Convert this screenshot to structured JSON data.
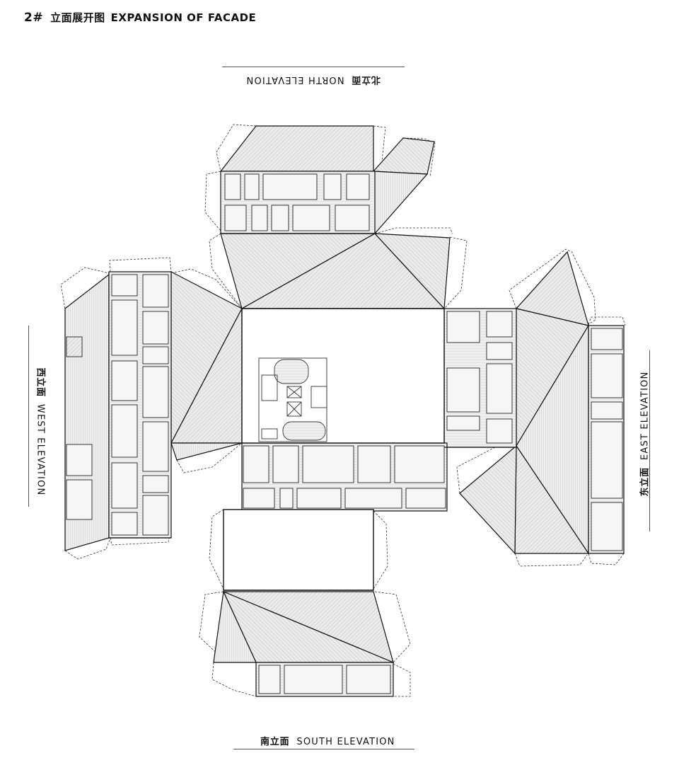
{
  "title": {
    "number": "2#",
    "cn": "立面展开图",
    "en": "EXPANSION OF FACADE"
  },
  "elevations": {
    "north": {
      "cn": "北立面",
      "en": "NORTH ELEVATION"
    },
    "south": {
      "cn": "南立面",
      "en": "SOUTH ELEVATION"
    },
    "west": {
      "cn": "西立面",
      "en": "WEST  ELEVATION"
    },
    "east": {
      "cn": "东立面",
      "en": "EAST  ELEVATION"
    }
  },
  "colors": {
    "line": "#111111",
    "fold": "#444444",
    "panel_fill": "#e6e6e6",
    "hatch": "#9a9a9a",
    "window": "#f4f4f4"
  }
}
